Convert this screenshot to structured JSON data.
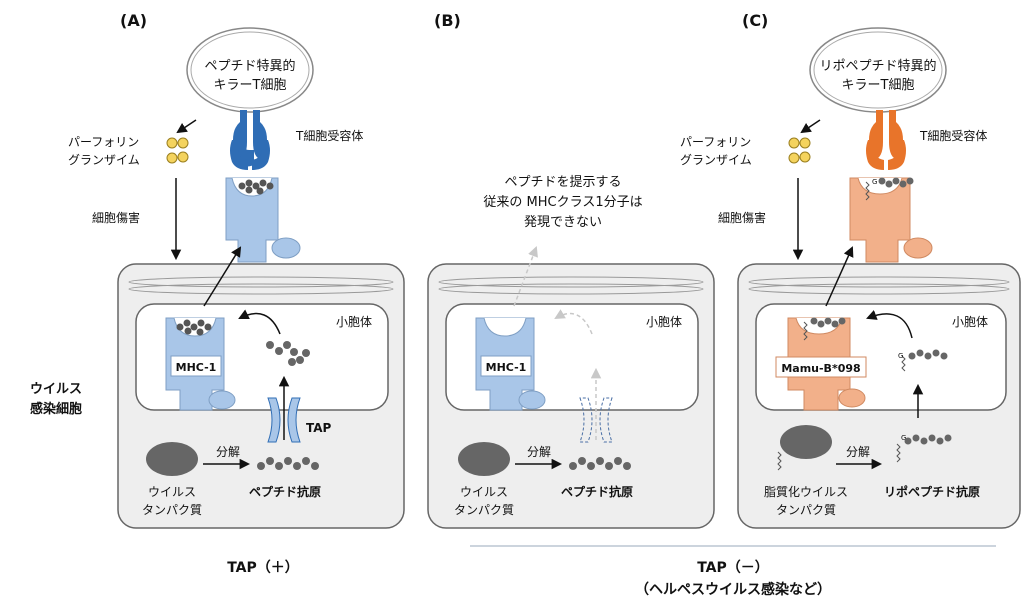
{
  "panels": {
    "a": {
      "label": "(A)",
      "tcell_line1": "ペプチド特異的",
      "tcell_line2": "キラーT細胞",
      "tcr_label": "T細胞受容体",
      "perforin": "パーフォリン",
      "granzyme": "グランザイム",
      "cytotoxicity": "細胞傷害",
      "organelle": "小胞体",
      "mhc_label": "MHC-1",
      "tap_label": "TAP",
      "degradation": "分解",
      "protein_line1": "ウイルス",
      "protein_line2": "タンパク質",
      "antigen": "ペプチド抗原"
    },
    "b": {
      "label": "(B)",
      "note_line1": "ペプチドを提示する",
      "note_line2": "従来の MHCクラス1分子は",
      "note_line3": "発現できない",
      "organelle": "小胞体",
      "mhc_label": "MHC-1",
      "degradation": "分解",
      "protein_line1": "ウイルス",
      "protein_line2": "タンパク質",
      "antigen": "ペプチド抗原"
    },
    "c": {
      "label": "(C)",
      "tcell_line1": "リポペプチド特異的",
      "tcell_line2": "キラーT細胞",
      "tcr_label": "T細胞受容体",
      "perforin": "パーフォリン",
      "granzyme": "グランザイム",
      "cytotoxicity": "細胞傷害",
      "organelle": "小胞体",
      "mhc_label": "Mamu-B*098",
      "glycine": "G",
      "degradation": "分解",
      "protein_line1": "脂質化ウイルス",
      "protein_line2": "タンパク質",
      "antigen": "リポペプチド抗原"
    }
  },
  "infected_cell_line1": "ウイルス",
  "infected_cell_line2": "感染細胞",
  "tap_plus": "TAP（＋）",
  "tap_minus": "TAP（－）",
  "tap_minus_note": "（ヘルペスウイルス感染など）",
  "colors": {
    "mhc_blue": "#a9c6e8",
    "mhc_blue_stroke": "#7f9fc4",
    "tcr_blue": "#2f6db5",
    "mhc_orange": "#f2b08a",
    "mhc_orange_stroke": "#d08a62",
    "tcr_orange": "#e8742a",
    "cell_fill": "#eeeeee",
    "granule": "#f4d35e"
  }
}
